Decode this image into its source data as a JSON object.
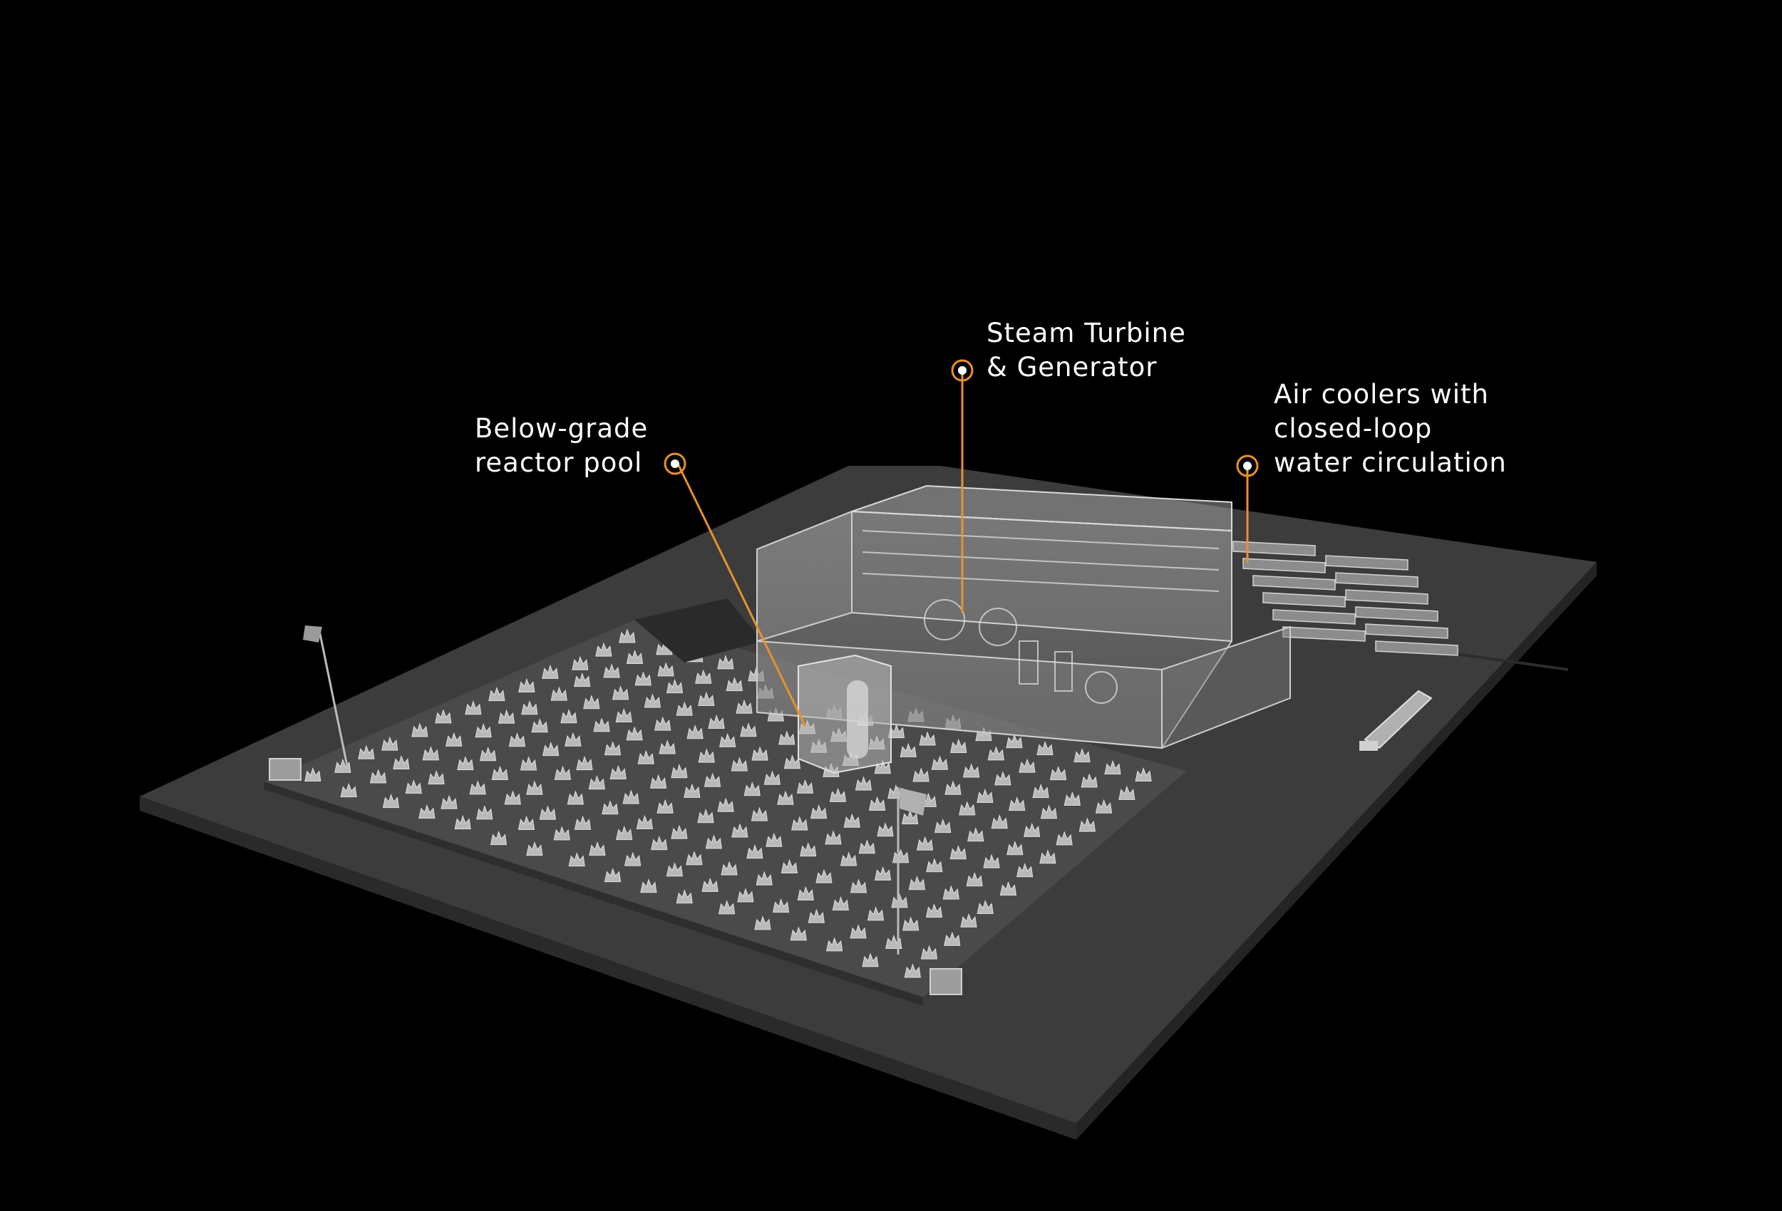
{
  "colors": {
    "background": "#000000",
    "accent": "#e8912d",
    "site_ground": "#3c3c3c",
    "label_text": "#ffffff"
  },
  "callouts": {
    "reactor_pool": {
      "lines": [
        "Below-grade",
        "reactor pool"
      ]
    },
    "turbine": {
      "lines": [
        "Steam Turbine",
        "& Generator"
      ]
    },
    "air_coolers": {
      "lines": [
        "Air coolers with",
        "closed-loop",
        "water circulation"
      ]
    }
  }
}
